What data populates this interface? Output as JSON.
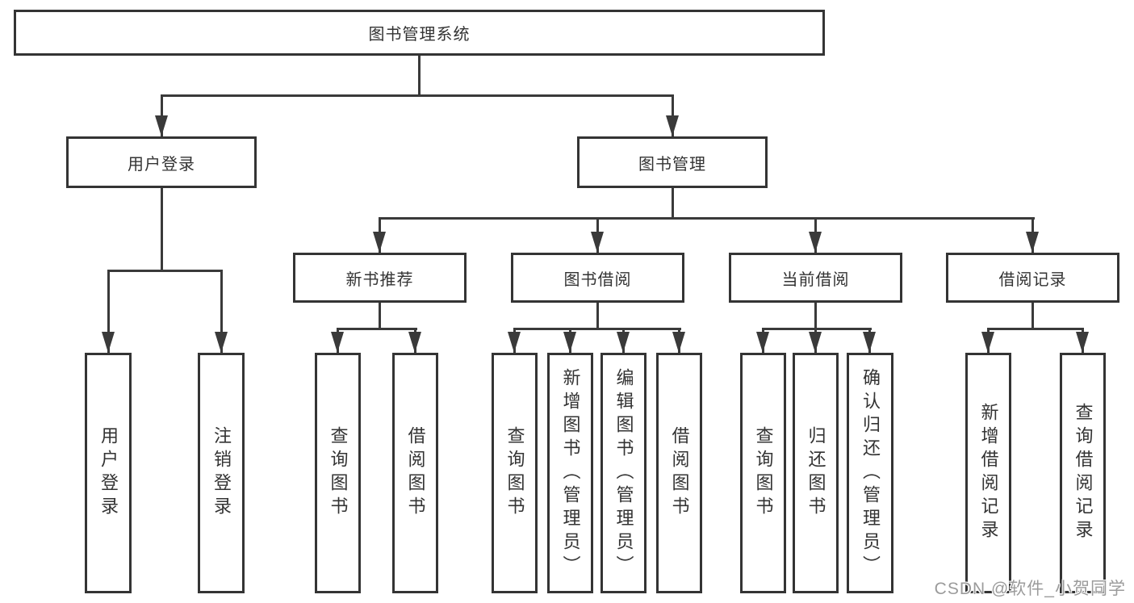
{
  "title": "图书管理系统",
  "watermark": "CSDN @软件_小贺同学",
  "colors": {
    "background": "#ffffff",
    "box_fill": "#ffffff",
    "box_border": "#343434",
    "line": "#3a3a3a",
    "text": "#333333",
    "watermark_text": "#9b9b9b"
  },
  "tree": {
    "root": {
      "label": "图书管理系统"
    },
    "branches": [
      {
        "label": "用户登录",
        "children": [
          {
            "label": "用户登录"
          },
          {
            "label": "注销登录"
          }
        ]
      },
      {
        "label": "图书管理",
        "children": [
          {
            "label": "新书推荐",
            "children": [
              {
                "label": "查询图书"
              },
              {
                "label": "借阅图书"
              }
            ]
          },
          {
            "label": "图书借阅",
            "children": [
              {
                "label": "查询图书"
              },
              {
                "label": "新增图书（管理员）"
              },
              {
                "label": "编辑图书（管理员）"
              },
              {
                "label": "借阅图书"
              }
            ]
          },
          {
            "label": "当前借阅",
            "children": [
              {
                "label": "查询图书"
              },
              {
                "label": "归还图书"
              },
              {
                "label": "确认归还（管理员）"
              }
            ]
          },
          {
            "label": "借阅记录",
            "children": [
              {
                "label": "新增借阅记录"
              },
              {
                "label": "查询借阅记录"
              }
            ]
          }
        ]
      }
    ]
  }
}
